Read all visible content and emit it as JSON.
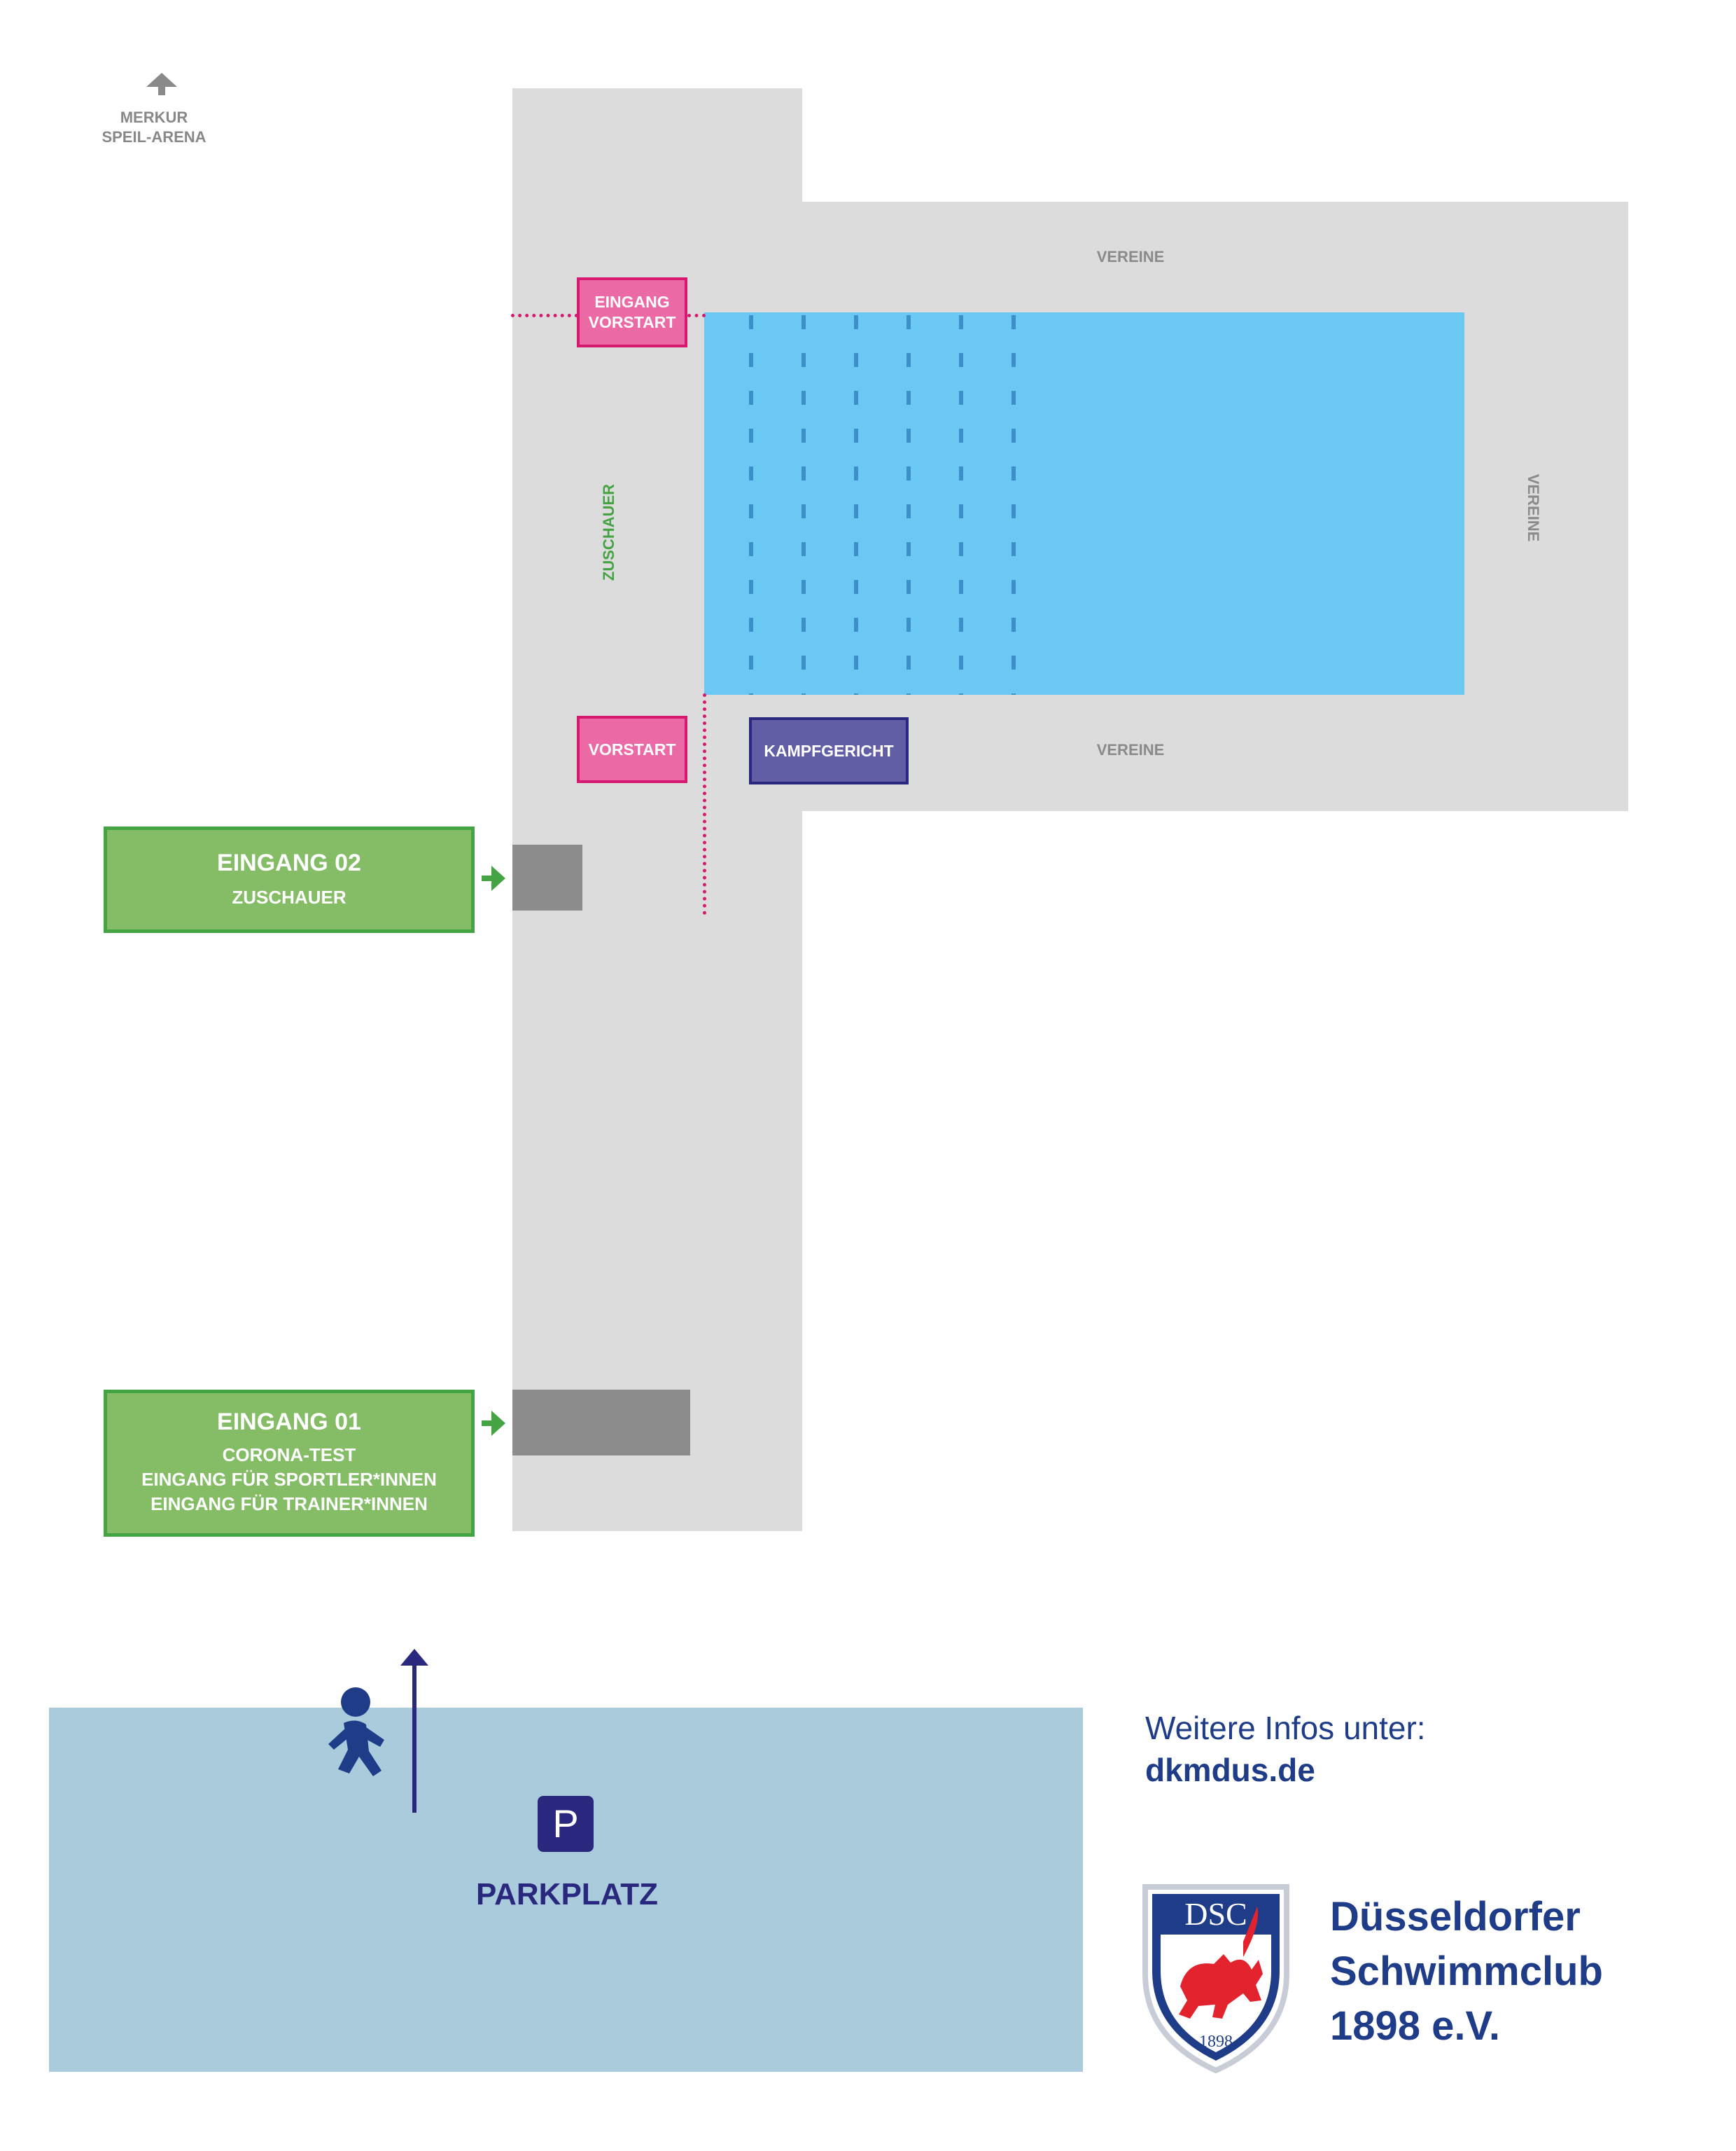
{
  "compass": {
    "icon": "north-arrow-icon",
    "line1": "MERKUR",
    "line2": "SPEIL-ARENA"
  },
  "venue": {
    "vereine_top": "VEREINE",
    "vereine_right": "VEREINE",
    "vereine_bottom": "VEREINE",
    "zuschauer": "ZUSCHAUER",
    "eingang_vorstart_line1": "EINGANG",
    "eingang_vorstart_line2": "VORSTART",
    "vorstart": "VORSTART",
    "kampfgericht": "KAMPFGERICHT"
  },
  "entrances": {
    "e2": {
      "title": "EINGANG 02",
      "sub": "ZUSCHAUER"
    },
    "e1": {
      "title": "EINGANG 01",
      "sub1": "CORONA-TEST",
      "sub2": "EINGANG FÜR SPORTLER*INNEN",
      "sub3": "EINGANG FÜR TRAINER*INNEN"
    }
  },
  "parking": {
    "sign": "P",
    "label": "PARKPLATZ",
    "walker_icon": "pedestrian-icon"
  },
  "info": {
    "line": "Weitere Infos unter:",
    "url": "dkmdus.de"
  },
  "club": {
    "crest_text": "DSC",
    "crest_year": "1898",
    "name1": "Düsseldorfer",
    "name2": "Schwimmclub",
    "name3": "1898 e.V."
  },
  "colors": {
    "floor": "#dcdcdc",
    "pool": "#6ac8f2",
    "lane": "#3c8fc8",
    "pink": "#eb6aa6",
    "navy": "#29287e",
    "green": "#85bd67",
    "parking": "#a9cbdc"
  }
}
